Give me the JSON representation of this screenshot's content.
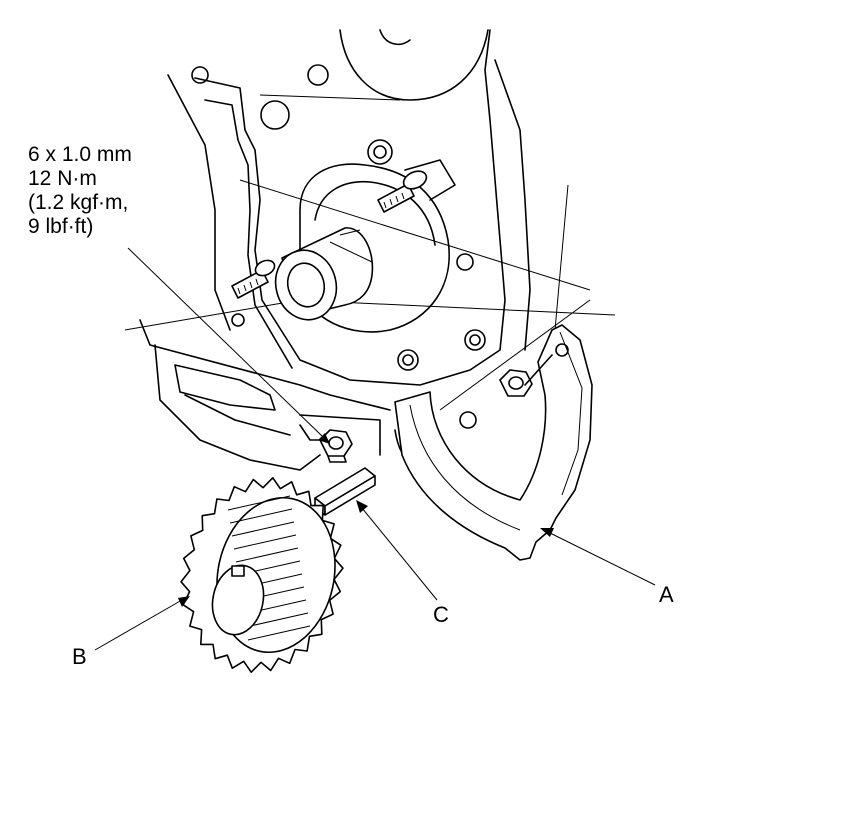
{
  "spec": {
    "line1": "6 x 1.0 mm",
    "line2": "12 N·m",
    "line3": "(1.2 kgf·m,",
    "line4": "9 lbf·ft)"
  },
  "callouts": {
    "a": "A",
    "b": "B",
    "c": "C"
  },
  "icons": {
    "engine_block": "engine-block-drawing",
    "guide_plate": "crankshaft-guide-plate-drawing",
    "sprocket": "crankshaft-sprocket-drawing",
    "key": "woodruff-key-drawing"
  }
}
